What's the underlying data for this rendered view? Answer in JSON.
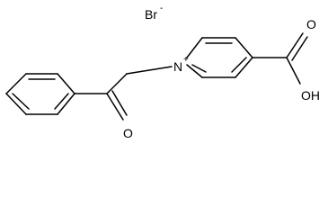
{
  "molecule": {
    "counter_ion": {
      "symbol": "Br",
      "charge": "-"
    },
    "pyridinium_nitrogen": {
      "symbol": "N",
      "charge": "+"
    },
    "ketone_oxygen": {
      "symbol": "O"
    },
    "carboxyl_carbonyl_oxygen": {
      "symbol": "O"
    },
    "carboxyl_hydroxyl": {
      "symbol": "OH"
    }
  }
}
